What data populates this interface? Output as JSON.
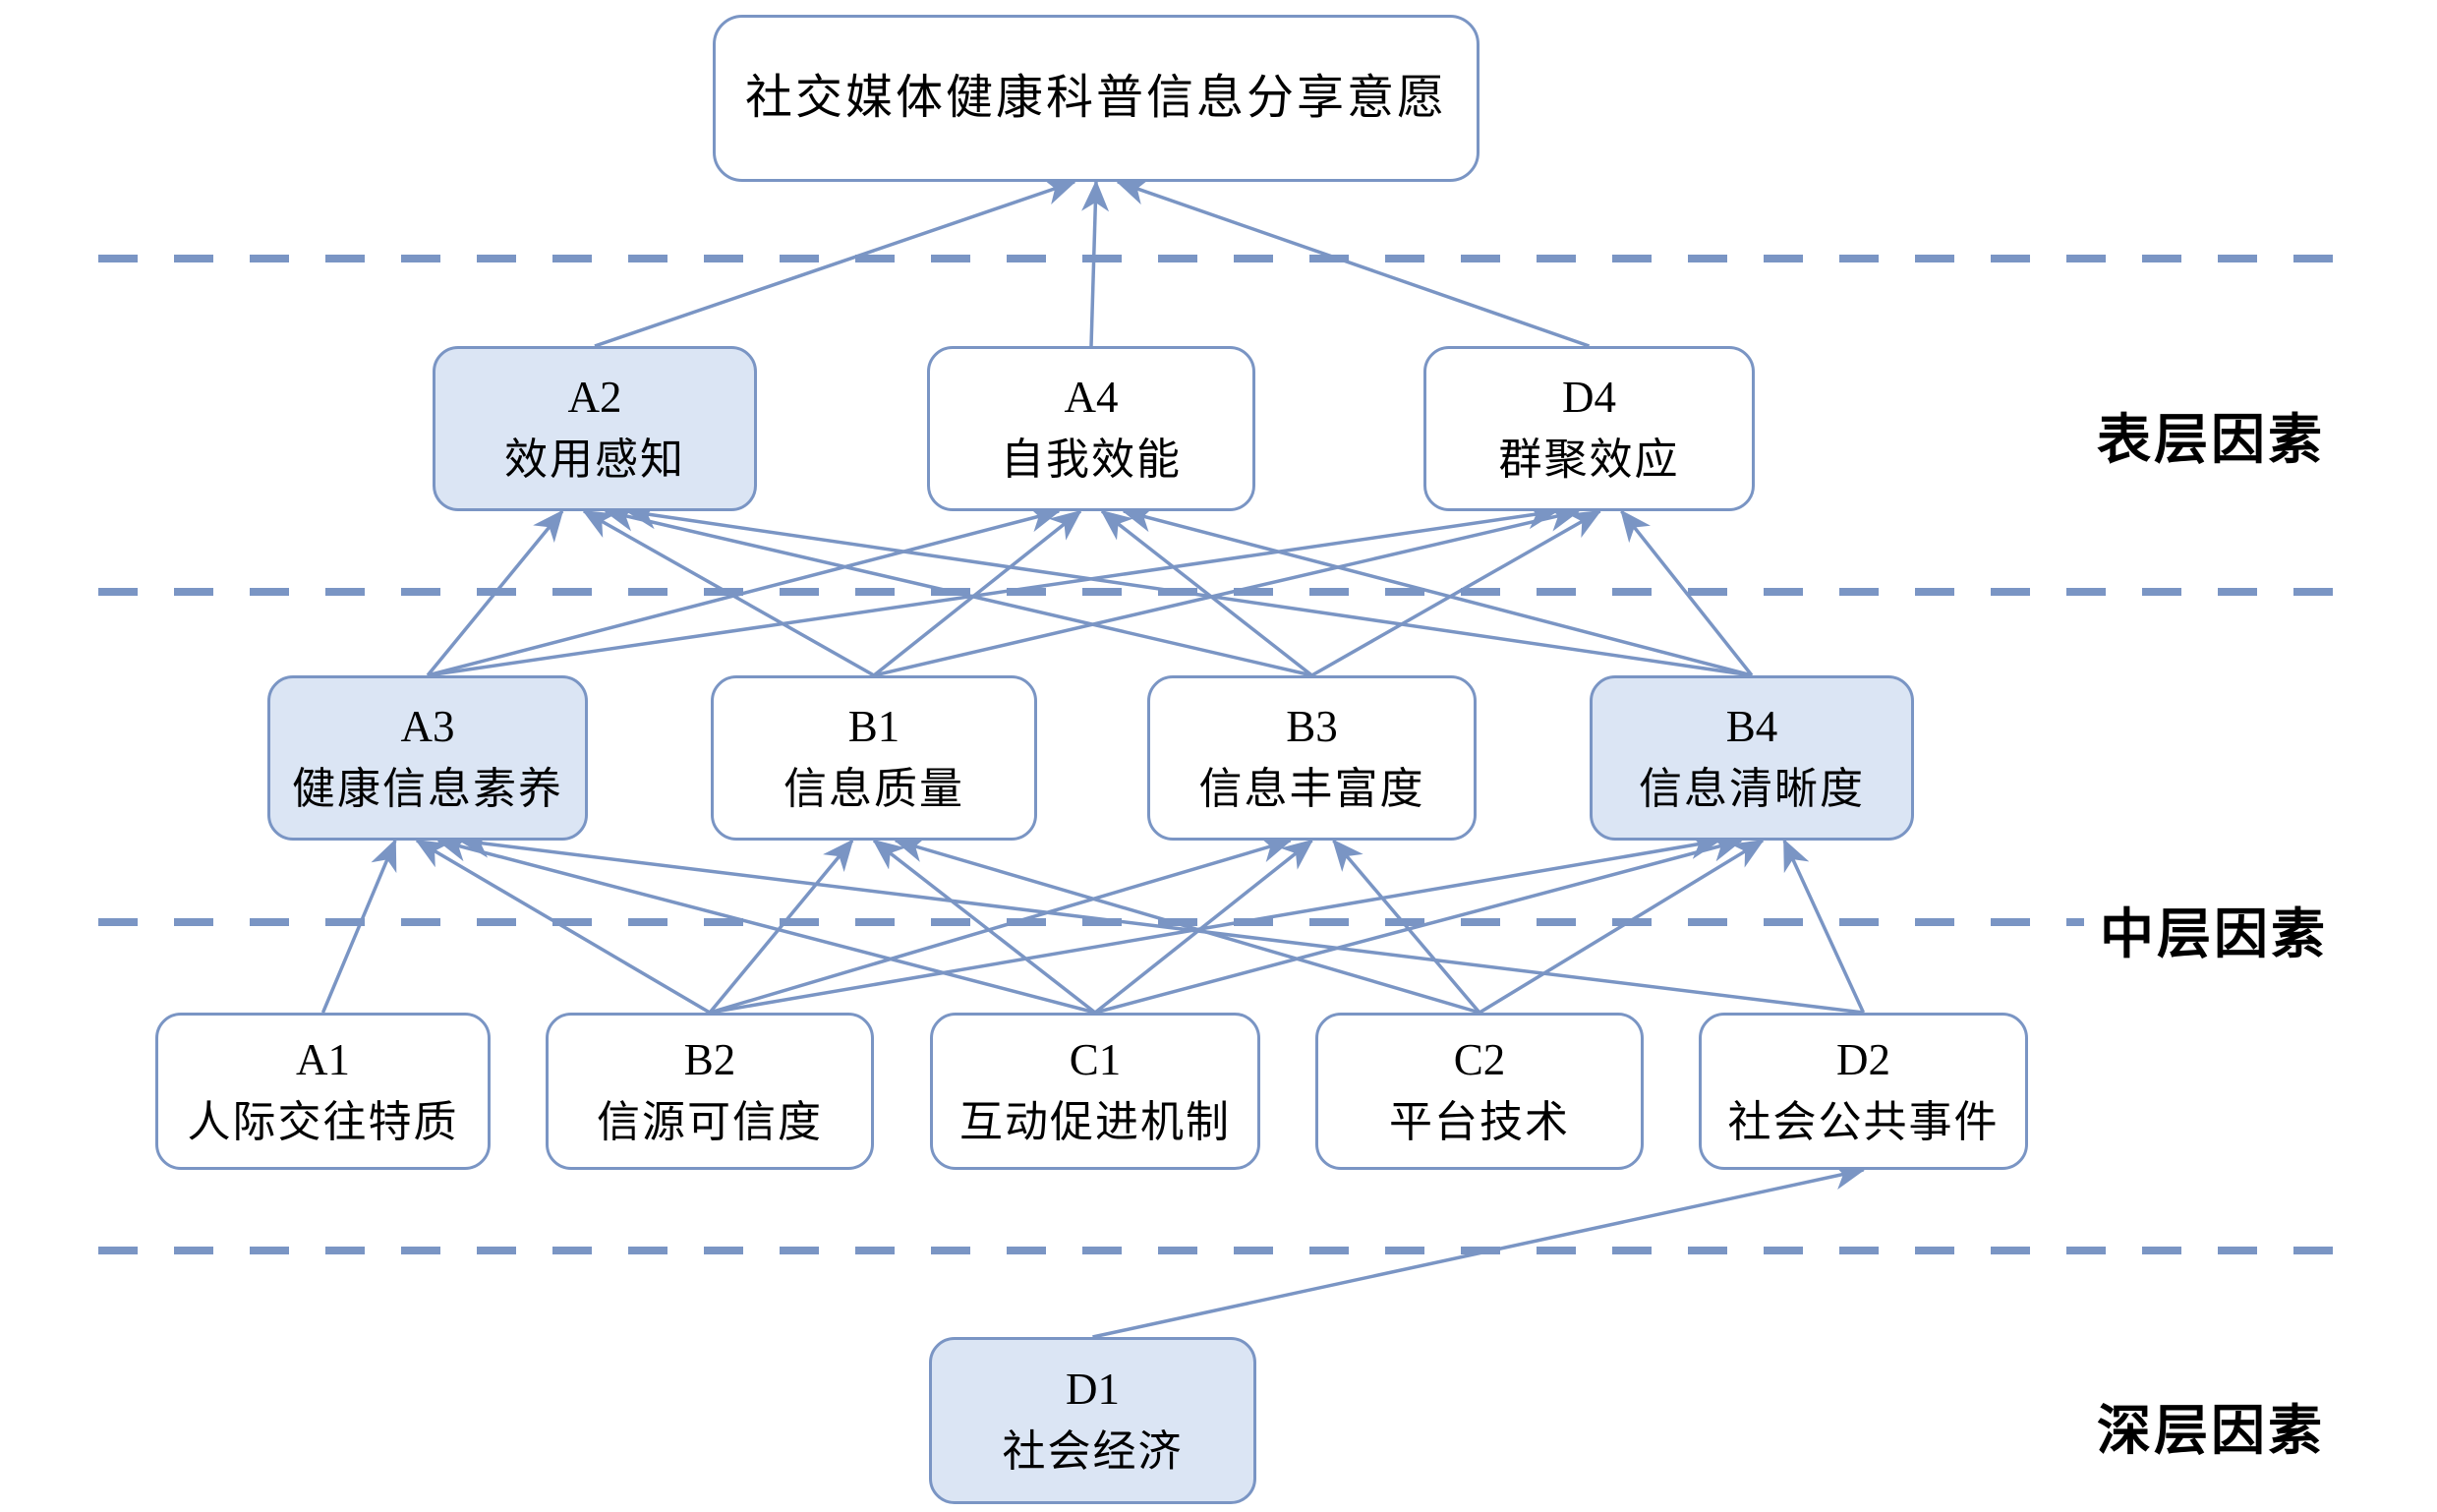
{
  "diagram_title": "社交媒体健康科普信息分享意愿",
  "nodes": {
    "TOP": {
      "code": "",
      "label": "社交媒体健康科普信息分享意愿",
      "shaded": false
    },
    "A2": {
      "code": "A2",
      "label": "效用感知",
      "shaded": true
    },
    "A4": {
      "code": "A4",
      "label": "自我效能",
      "shaded": false
    },
    "D4": {
      "code": "D4",
      "label": "群聚效应",
      "shaded": false
    },
    "A3": {
      "code": "A3",
      "label": "健康信息素养",
      "shaded": true
    },
    "B1": {
      "code": "B1",
      "label": "信息质量",
      "shaded": false
    },
    "B3": {
      "code": "B3",
      "label": "信息丰富度",
      "shaded": false
    },
    "B4": {
      "code": "B4",
      "label": "信息清晰度",
      "shaded": true
    },
    "A1": {
      "code": "A1",
      "label": "人际交往特质",
      "shaded": false
    },
    "B2": {
      "code": "B2",
      "label": "信源可信度",
      "shaded": false
    },
    "C1": {
      "code": "C1",
      "label": "互动促进机制",
      "shaded": false
    },
    "C2": {
      "code": "C2",
      "label": "平台技术",
      "shaded": false
    },
    "D2": {
      "code": "D2",
      "label": "社会公共事件",
      "shaded": false
    },
    "D1": {
      "code": "D1",
      "label": "社会经济",
      "shaded": true
    }
  },
  "layers": {
    "surface": "表层因素",
    "middle": "中层因素",
    "deep": "深层因素"
  },
  "edges": [
    {
      "from": "A2",
      "to": "TOP"
    },
    {
      "from": "A4",
      "to": "TOP"
    },
    {
      "from": "D4",
      "to": "TOP"
    },
    {
      "from": "A3",
      "to": "A2"
    },
    {
      "from": "B1",
      "to": "A2"
    },
    {
      "from": "B3",
      "to": "A2"
    },
    {
      "from": "B4",
      "to": "A2"
    },
    {
      "from": "A3",
      "to": "A4"
    },
    {
      "from": "B1",
      "to": "A4"
    },
    {
      "from": "B3",
      "to": "A4"
    },
    {
      "from": "B4",
      "to": "A4"
    },
    {
      "from": "A3",
      "to": "D4"
    },
    {
      "from": "B1",
      "to": "D4"
    },
    {
      "from": "B3",
      "to": "D4"
    },
    {
      "from": "B4",
      "to": "D4"
    },
    {
      "from": "A1",
      "to": "A3"
    },
    {
      "from": "B2",
      "to": "A3"
    },
    {
      "from": "C1",
      "to": "A3"
    },
    {
      "from": "D2",
      "to": "A3"
    },
    {
      "from": "B2",
      "to": "B1"
    },
    {
      "from": "C1",
      "to": "B1"
    },
    {
      "from": "C2",
      "to": "B1"
    },
    {
      "from": "B2",
      "to": "B3"
    },
    {
      "from": "C1",
      "to": "B3"
    },
    {
      "from": "C2",
      "to": "B3"
    },
    {
      "from": "B2",
      "to": "B4"
    },
    {
      "from": "C1",
      "to": "B4"
    },
    {
      "from": "C2",
      "to": "B4"
    },
    {
      "from": "D2",
      "to": "B4"
    },
    {
      "from": "D1",
      "to": "D2"
    }
  ],
  "colors": {
    "line": "#7a95c4",
    "shaded_fill": "#dbe5f4",
    "box_fill": "#ffffff",
    "text": "#000000"
  }
}
